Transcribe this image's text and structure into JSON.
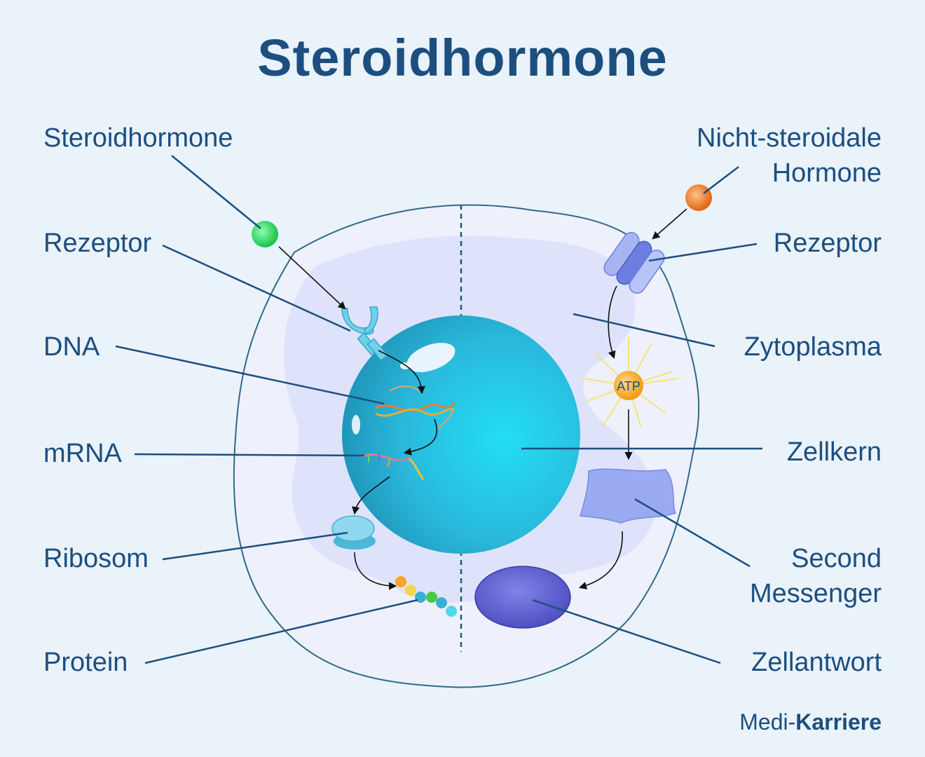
{
  "title": "Steroidhormone",
  "labels": {
    "left": {
      "steroidhormone": "Steroidhormone",
      "rezeptor": "Rezeptor",
      "dna": "DNA",
      "mrna": "mRNA",
      "ribosom": "Ribosom",
      "protein": "Protein"
    },
    "right": {
      "nicht_steroidal_line1": "Nicht-steroidale",
      "nicht_steroidal_line2": "Hormone",
      "rezeptor": "Rezeptor",
      "zytoplasma": "Zytoplasma",
      "zellkern": "Zellkern",
      "second_messenger_line1": "Second",
      "second_messenger_line2": "Messenger",
      "zellantwort": "Zellantwort"
    }
  },
  "atp_label": "ATP",
  "brand": {
    "part1": "Medi-",
    "part2": "Karriere"
  },
  "colors": {
    "text": "#1c4f80",
    "background": "#eaf2fa",
    "nucleus": "#2cc4e4",
    "steroid_hormone": "#2ee06a",
    "nonsteroid_hormone": "#f07a20",
    "receptor_right": "#6c7fe0",
    "atp": "#f5a623",
    "second_messenger": "#9aaaf2",
    "cell_response": "#5a5fd0"
  }
}
